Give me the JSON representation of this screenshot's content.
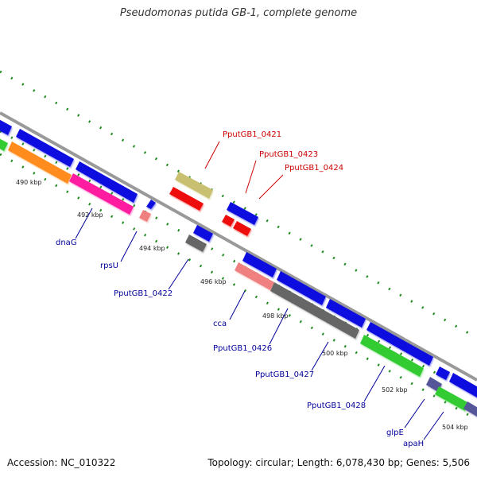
{
  "title": "Pseudomonas putida GB-1, complete genome",
  "footer": {
    "accession": "Accession: NC_010322",
    "topology": "Topology: circular; Length: 6,078,430 bp; Genes: 5,506"
  },
  "colors": {
    "blue": "#1010e0",
    "green": "#33cc33",
    "orange": "#ff8c1a",
    "magenta": "#ff1aa0",
    "pink": "#f08080",
    "gray": "#666666",
    "khaki": "#c8c070",
    "red": "#ee1111",
    "navy": "#555599",
    "backbone": "#999999",
    "dots": "#228b22",
    "label_red": "#cc0000",
    "label_blue": "#000099"
  },
  "ticks": [
    "490 kbp",
    "492 kbp",
    "494 kbp",
    "496 kbp",
    "498 kbp",
    "500 kbp",
    "502 kbp",
    "504 kbp"
  ],
  "gene_labels": [
    {
      "id": "PputGB1_0421",
      "color": "red"
    },
    {
      "id": "PputGB1_0423",
      "color": "red"
    },
    {
      "id": "PputGB1_0424",
      "color": "red"
    },
    {
      "id": "dnaG",
      "color": "blue"
    },
    {
      "id": "rpsU",
      "color": "blue"
    },
    {
      "id": "PputGB1_0422",
      "color": "blue"
    },
    {
      "id": "cca",
      "color": "blue"
    },
    {
      "id": "PputGB1_0426",
      "color": "blue"
    },
    {
      "id": "PputGB1_0427",
      "color": "blue"
    },
    {
      "id": "PputGB1_0428",
      "color": "blue"
    },
    {
      "id": "glpE",
      "color": "blue"
    },
    {
      "id": "apaH",
      "color": "blue"
    }
  ]
}
